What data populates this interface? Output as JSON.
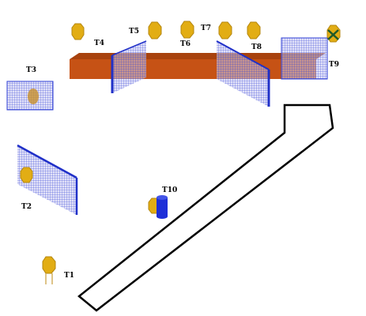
{
  "scene": {
    "labels": {
      "t1": "T1",
      "t2": "T2",
      "t3": "T3",
      "t4": "T4",
      "t5": "T5",
      "t6": "T6",
      "t7": "T7",
      "t8": "T8",
      "t9": "T9",
      "t10": "T10"
    },
    "colors": {
      "beam_front": "#c65215",
      "beam_top": "#a8420e",
      "mesh": "#2f3fd4",
      "mesh_fill": "#b9b9ee",
      "target_gold": "#e2ad14",
      "target_gold_dark": "#b4860e",
      "cylinder": "#1d2fd8",
      "track": "#000000",
      "marker_x": "#1f5a2a"
    }
  }
}
